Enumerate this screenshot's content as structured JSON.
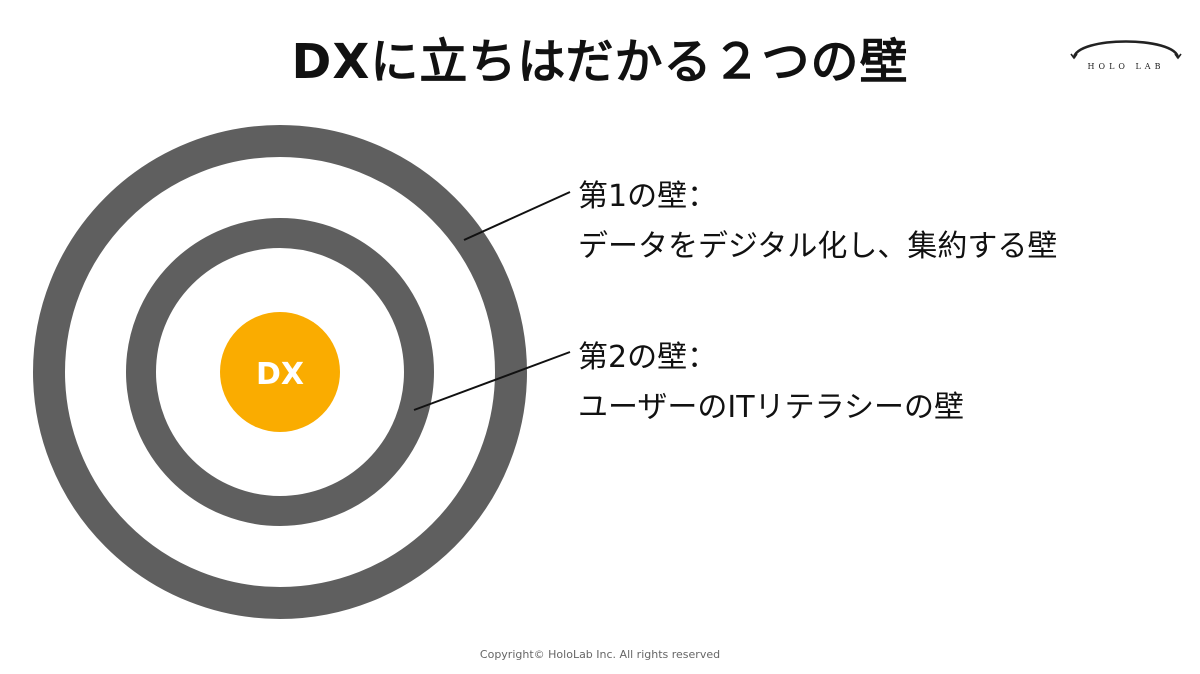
{
  "title": "DXに立ちはだかる２つの壁",
  "logo": {
    "text": "HOLO LAB",
    "color": "#222222"
  },
  "diagram": {
    "center_label": "DX",
    "center_color": "#FAAC00",
    "ring_color": "#5F5F5F",
    "connector_color": "#111111"
  },
  "walls": [
    {
      "heading": "第1の壁：",
      "description": "データをデジタル化し、集約する壁"
    },
    {
      "heading": "第2の壁：",
      "description": "ユーザーのITリテラシーの壁"
    }
  ],
  "footer": {
    "copyright": "Copyright© HoloLab Inc. All rights reserved"
  }
}
